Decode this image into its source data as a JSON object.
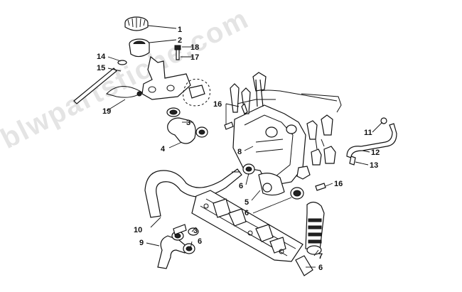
{
  "watermark": "blwpartsfiche.com",
  "callouts": [
    {
      "id": "c1",
      "text": "1"
    },
    {
      "id": "c2",
      "text": "2"
    },
    {
      "id": "c3a",
      "text": "3"
    },
    {
      "id": "c3b",
      "text": "3"
    },
    {
      "id": "c4",
      "text": "4"
    },
    {
      "id": "c5",
      "text": "5"
    },
    {
      "id": "c6a",
      "text": "6"
    },
    {
      "id": "c6b",
      "text": "6"
    },
    {
      "id": "c6c",
      "text": "6"
    },
    {
      "id": "c6d",
      "text": "6"
    },
    {
      "id": "c7",
      "text": "7"
    },
    {
      "id": "c8",
      "text": "8"
    },
    {
      "id": "c9",
      "text": "9"
    },
    {
      "id": "c10",
      "text": "10"
    },
    {
      "id": "c11",
      "text": "11"
    },
    {
      "id": "c12",
      "text": "12"
    },
    {
      "id": "c13",
      "text": "13"
    },
    {
      "id": "c14",
      "text": "14"
    },
    {
      "id": "c15",
      "text": "15"
    },
    {
      "id": "c16a",
      "text": "16"
    },
    {
      "id": "c16b",
      "text": "16"
    },
    {
      "id": "c17",
      "text": "17"
    },
    {
      "id": "c18",
      "text": "18"
    },
    {
      "id": "c19",
      "text": "19"
    }
  ]
}
